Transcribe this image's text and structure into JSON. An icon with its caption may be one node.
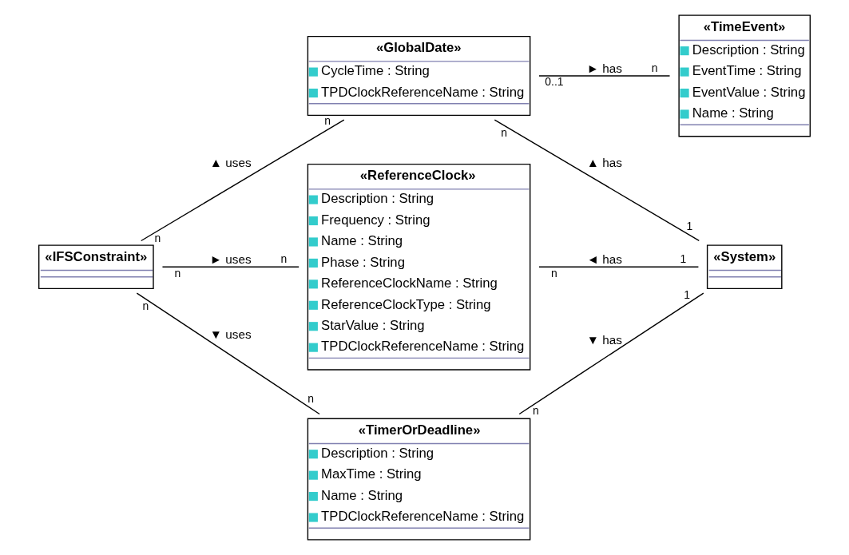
{
  "diagram": {
    "nodes": [
      {
        "text": [
          "«GlobalDate»",
          "CycleTime : String",
          "TPDClockReferenceName : String"
        ]
      },
      {
        "text": [
          "«TimeEvent»",
          "Description : String",
          "EventTime : String",
          "EventValue : String",
          "Name : String"
        ]
      },
      {
        "text": [
          "«ReferenceClock»",
          "Description : String",
          "Frequency : String",
          "Name : String",
          "Phase : String",
          "ReferenceClockName : String",
          "ReferenceClockType : String",
          "StarValue : String",
          "TPDClockReferenceName : String"
        ]
      },
      {
        "text": [
          "«IFSConstraint»"
        ]
      },
      {
        "text": [
          "«System»"
        ]
      },
      {
        "text": [
          "«TimerOrDeadline»",
          "Description : String",
          "MaxTime : String",
          "Name : String",
          "TPDClockReferenceName : String"
        ]
      }
    ],
    "edges": [
      {
        "from": 3,
        "to": 0,
        "arrow": "none",
        "label": "▲ uses"
      },
      {
        "from": 0,
        "to": 1,
        "arrow": "none",
        "label": "► has"
      },
      {
        "from": 0,
        "to": 4,
        "arrow": "none",
        "label": "▲ has"
      },
      {
        "from": 3,
        "to": 2,
        "arrow": "none",
        "label": "► uses"
      },
      {
        "from": 2,
        "to": 4,
        "arrow": "none",
        "label": "◄ has"
      },
      {
        "from": 3,
        "to": 5,
        "arrow": "none",
        "label": "▼ uses"
      },
      {
        "from": 5,
        "to": 4,
        "arrow": "none",
        "label": "▼ has"
      }
    ],
    "labels": [
      "n",
      "n",
      "0..1",
      "n",
      "n",
      "1",
      "n",
      "n",
      "n",
      "1",
      "n",
      "n",
      "n",
      "1"
    ]
  }
}
